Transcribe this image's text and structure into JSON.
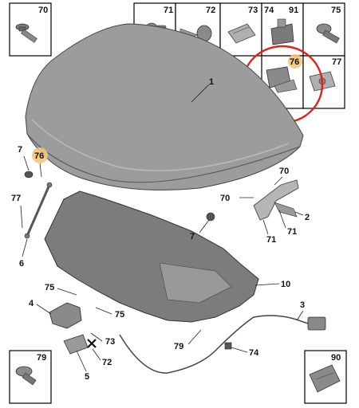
{
  "callouts": {
    "c1": "1",
    "c2": "2",
    "c3": "3",
    "c4": "4",
    "c5": "5",
    "c6": "6",
    "c7a": "7",
    "c7b": "7",
    "c10": "10",
    "c70a": "70",
    "c70b": "70",
    "c71a": "71",
    "c71b": "71",
    "c72": "72",
    "c73": "73",
    "c74": "74",
    "c75a": "75",
    "c75b": "75",
    "c76a": "76",
    "c76b": "76",
    "c77": "77",
    "c79": "79"
  },
  "boxes": {
    "b70": "70",
    "b71": "71",
    "b72": "72",
    "b73": "73",
    "b74": "74",
    "b91": "91",
    "b75": "75",
    "b76": "76",
    "b77": "77",
    "b79": "79",
    "b90": "90"
  },
  "colors": {
    "highlight_circle": "#e0201b",
    "badge_fill": "#f6c57a",
    "part_gray": "#8a8a8a"
  }
}
